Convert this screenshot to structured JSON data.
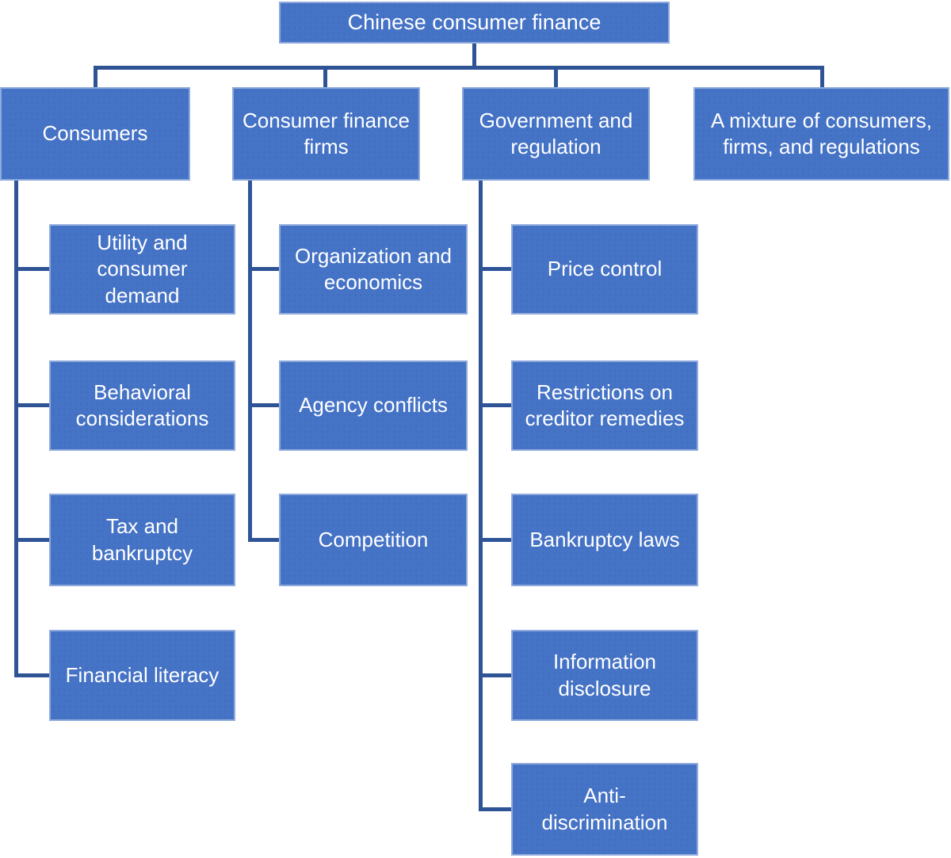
{
  "diagram": {
    "title": "Chinese consumer finance",
    "root": {
      "label": "Chinese consumer finance"
    },
    "branches": [
      {
        "label": "Consumers",
        "children": [
          "Utility and consumer demand",
          "Behavioral considerations",
          "Tax and bankruptcy",
          "Financial literacy"
        ]
      },
      {
        "label": "Consumer finance firms",
        "children": [
          "Organization and economics",
          "Agency conflicts",
          "Competition"
        ]
      },
      {
        "label": "Government and regulation",
        "children": [
          "Price control",
          "Restrictions on creditor remedies",
          "Bankruptcy laws",
          "Information disclosure",
          "Anti-discrimination"
        ]
      },
      {
        "label": "A mixture of consumers, firms, and regulations",
        "children": []
      }
    ],
    "colors": {
      "node_fill": "#4573C6",
      "node_border": "#8FAADC",
      "connector": "#2F5496",
      "text": "#FFFFFF",
      "background": "#FFFFFF"
    }
  }
}
